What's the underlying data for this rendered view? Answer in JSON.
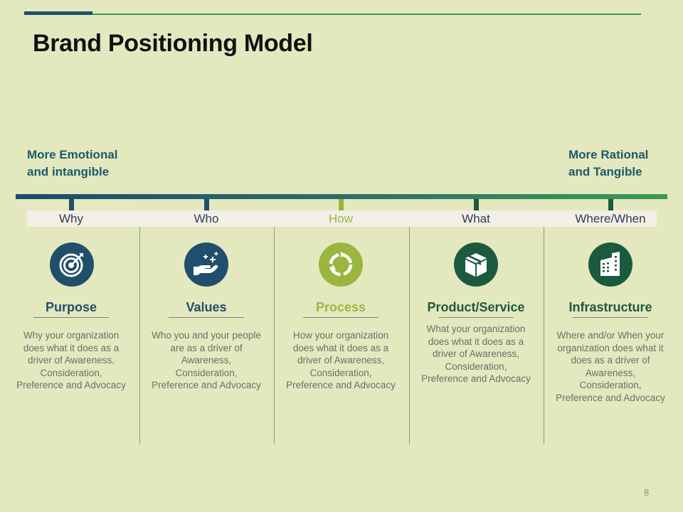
{
  "title": "Brand Positioning Model",
  "left_label": [
    "More Emotional",
    "and intangible"
  ],
  "right_label": [
    "More Rational",
    "and Tangible"
  ],
  "page_number": "8",
  "colors": {
    "background": "#e4e8bf",
    "navy": "#1f4f6b",
    "dark_green": "#1b5a3e",
    "lime": "#9ab63e",
    "band": "#f3efe6"
  },
  "columns": [
    {
      "question": "Why",
      "icon": "target-icon",
      "title": "Purpose",
      "description": "Why your organization does what it does as a driver of Awareness, Consideration, Preference and Advocacy"
    },
    {
      "question": "Who",
      "icon": "hand-giving-icon",
      "title": "Values",
      "description": "Who you and your people are as a driver of Awareness, Consideration, Preference and Advocacy"
    },
    {
      "question": "How",
      "icon": "recycle-arrows-icon",
      "title": "Process",
      "description": "How your organization does what it does as a driver of Awareness, Consideration, Preference and Advocacy"
    },
    {
      "question": "What",
      "icon": "box-icon",
      "title": "Product/Service",
      "description": "What your organization does what it does as a driver of Awareness, Consideration, Preference and Advocacy"
    },
    {
      "question": "Where/When",
      "icon": "building-icon",
      "title": "Infrastructure",
      "description": "Where and/or When your organization does what it does as a driver of Awareness, Consideration, Preference and Advocacy"
    }
  ]
}
